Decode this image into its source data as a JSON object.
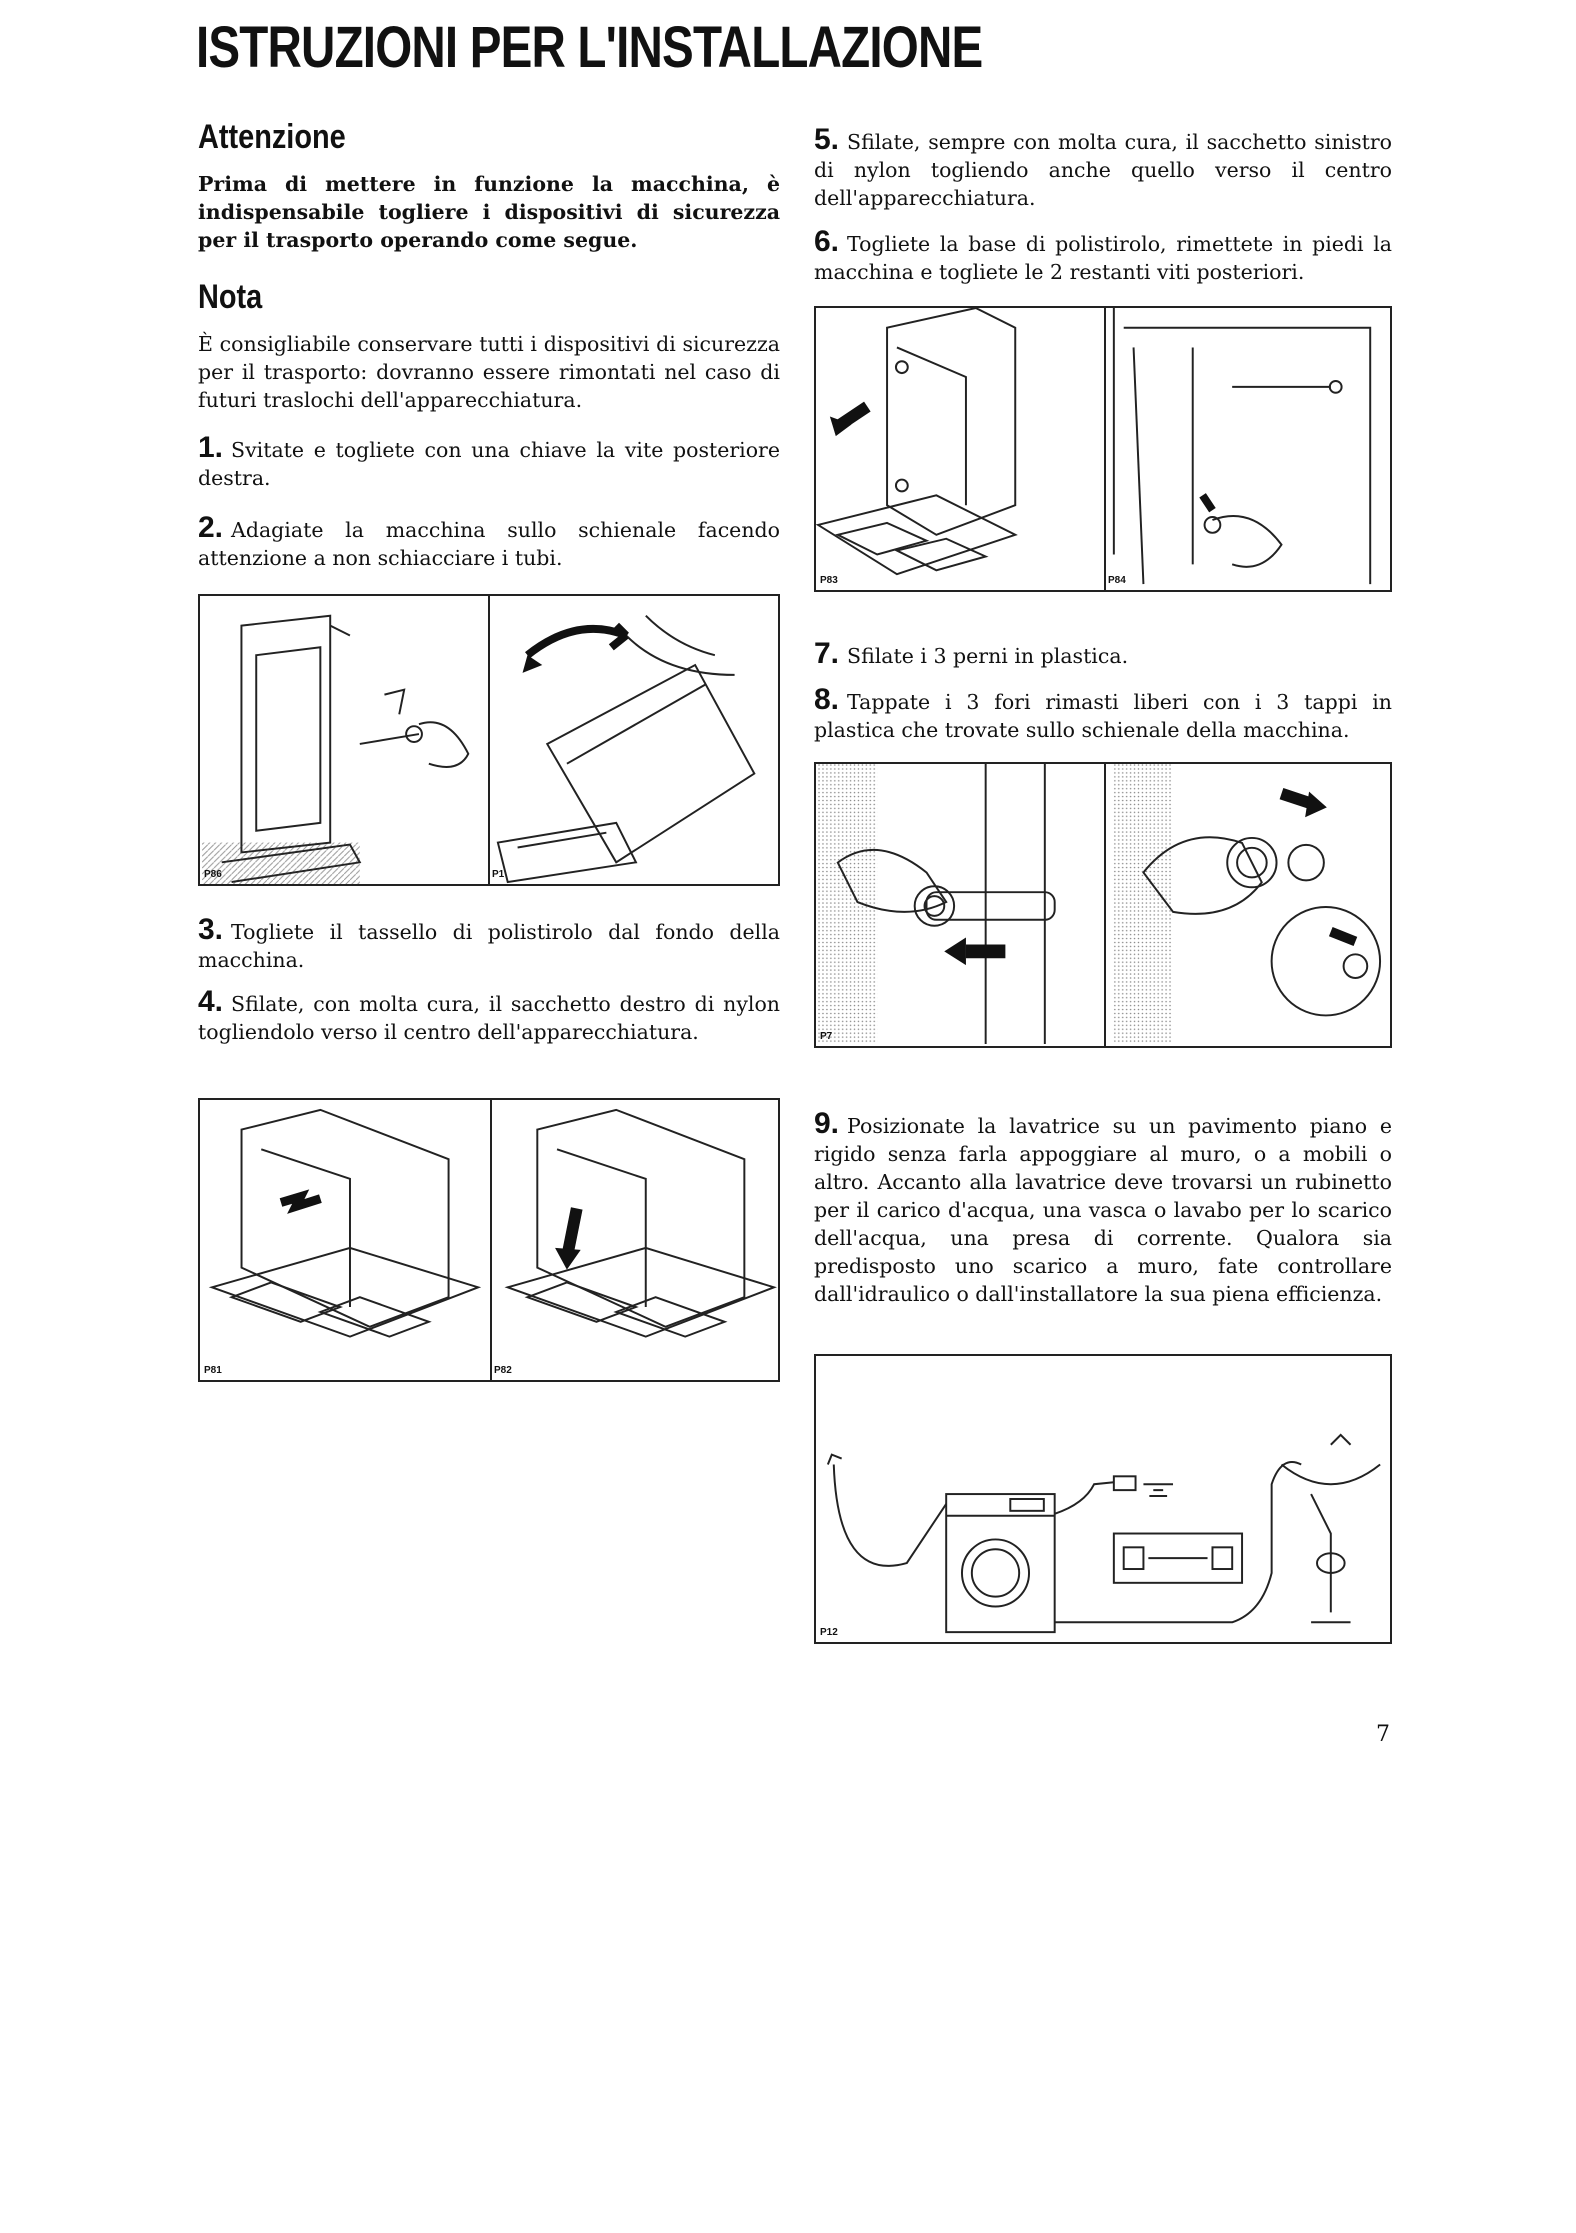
{
  "page_title": "ISTRUZIONI PER L'INSTALLAZIONE",
  "attenzione": {
    "heading": "Attenzione",
    "text": "Prima di mettere in funzione la macchina, è indispensabile togliere i dispositivi di sicurezza per il trasporto operando come segue."
  },
  "nota": {
    "heading": "Nota",
    "text": "È consigliabile conservare tutti i dispositivi di sicurezza per il trasporto: dovranno essere rimontati nel caso di futuri traslochi dell'apparecchiatura."
  },
  "steps": [
    {
      "num": "1.",
      "text": "Svitate e togliete con una chiave la vite posteriore destra."
    },
    {
      "num": "2.",
      "text": "Adagiate la macchina sullo schienale facendo attenzione a non schiacciare i tubi."
    },
    {
      "num": "3.",
      "text": "Togliete il tassello di polistirolo dal fondo della macchina."
    },
    {
      "num": "4.",
      "text": "Sfilate, con molta cura, il sacchetto destro di nylon togliendolo verso il centro dell'apparecchiatura."
    },
    {
      "num": "5.",
      "text": "Sfilate, sempre con molta cura, il sacchetto sinistro di nylon togliendo anche quello verso il centro dell'apparecchiatura."
    },
    {
      "num": "6.",
      "text": "Togliete la base di polistirolo, rimettete in piedi la macchina e togliete le 2 restanti viti posteriori."
    },
    {
      "num": "7.",
      "text": "Sfilate i 3 perni in plastica."
    },
    {
      "num": "8.",
      "text": "Tappate i 3 fori rimasti liberi con i 3 tappi in plastica che trovate sullo schienale della macchina."
    },
    {
      "num": "9.",
      "text": "Posizionate la lavatrice su un pavimento piano e rigido senza farla appoggiare al muro, o a mobili o altro. Accanto alla lavatrice deve trovarsi un rubinetto per il carico d'acqua, una vasca o lavabo per lo scarico dell'acqua, una presa di corrente. Qualora sia predisposto uno scarico a muro, fate controllare dall'idraulico o dall'installatore la sua piena efficienza."
    }
  ],
  "figure_labels": {
    "fig1_left": "P86",
    "fig1_right": "P1",
    "fig2_left": "P81",
    "fig2_right": "P82",
    "fig3_left": "P83",
    "fig3_right": "P84",
    "fig4_left": "P7",
    "fig5": "P12"
  },
  "page_number": "7"
}
